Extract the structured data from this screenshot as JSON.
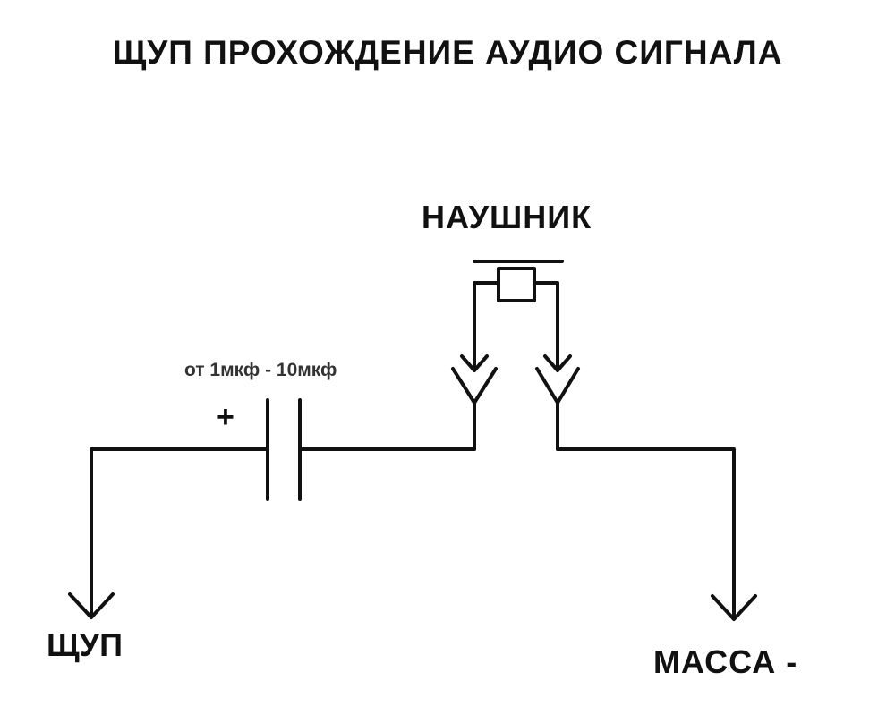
{
  "title": "ЩУП ПРОХОЖДЕНИЕ АУДИО СИГНАЛА",
  "labels": {
    "headphone": "НАУШНИК",
    "capacitor_value": "от 1мкф - 10мкф",
    "capacitor_polarity": "+",
    "probe": "ЩУП",
    "ground": "МАССА -"
  }
}
